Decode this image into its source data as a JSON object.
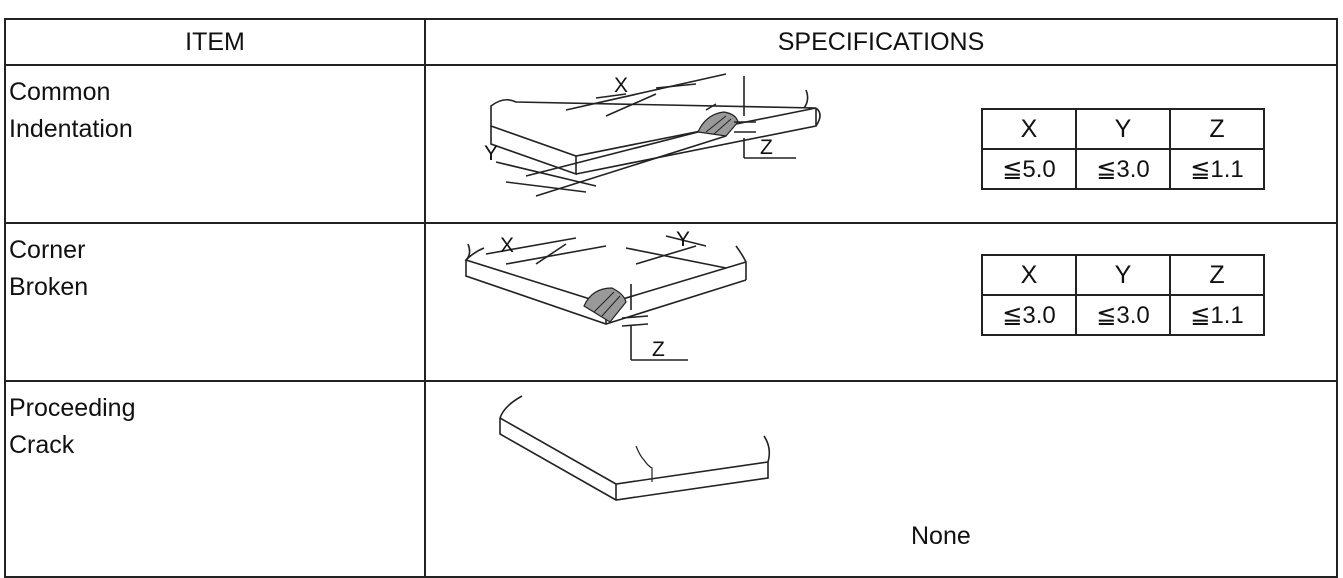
{
  "header": {
    "item": "ITEM",
    "specifications": "SPECIFICATIONS"
  },
  "rows": [
    {
      "item_lines": [
        "Common",
        "Indentation"
      ],
      "drawing_labels": {
        "x": "X",
        "y": "Y",
        "z": "Z"
      },
      "dims": {
        "headers": [
          "X",
          "Y",
          "Z"
        ],
        "values": [
          "≦5.0",
          "≦3.0",
          "≦1.1"
        ]
      }
    },
    {
      "item_lines": [
        "Corner",
        "Broken"
      ],
      "drawing_labels": {
        "x": "X",
        "y": "Y",
        "z": "Z"
      },
      "dims": {
        "headers": [
          "X",
          "Y",
          "Z"
        ],
        "values": [
          "≦3.0",
          "≦3.0",
          "≦1.1"
        ]
      }
    },
    {
      "item_lines": [
        "Proceeding",
        "Crack"
      ],
      "result": "None"
    }
  ]
}
